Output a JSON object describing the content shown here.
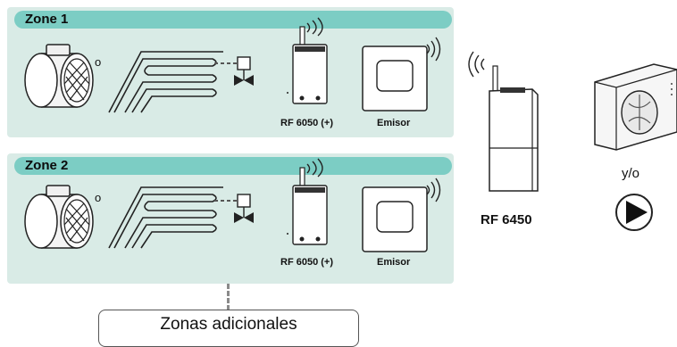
{
  "zones": [
    {
      "title": "Zone 1",
      "or_label": "o",
      "receiver_label": "RF 6050 (+)",
      "transmitter_label": "Emisor"
    },
    {
      "title": "Zone 2",
      "or_label": "o",
      "receiver_label": "RF 6050 (+)",
      "transmitter_label": "Emisor"
    }
  ],
  "controller_label": "RF 6450",
  "and_or_label": "y/o",
  "additional_zones_label": "Zonas adicionales",
  "colors": {
    "panel": "#d9ebe6",
    "header": "#7ccdc4"
  },
  "icons": [
    "damper-icon",
    "underfloor-heating-icon",
    "valve-icon",
    "receiver-icon",
    "thermostat-icon",
    "controller-icon",
    "heat-pump-icon",
    "circulator-pump-icon",
    "wireless-signal-icon"
  ]
}
